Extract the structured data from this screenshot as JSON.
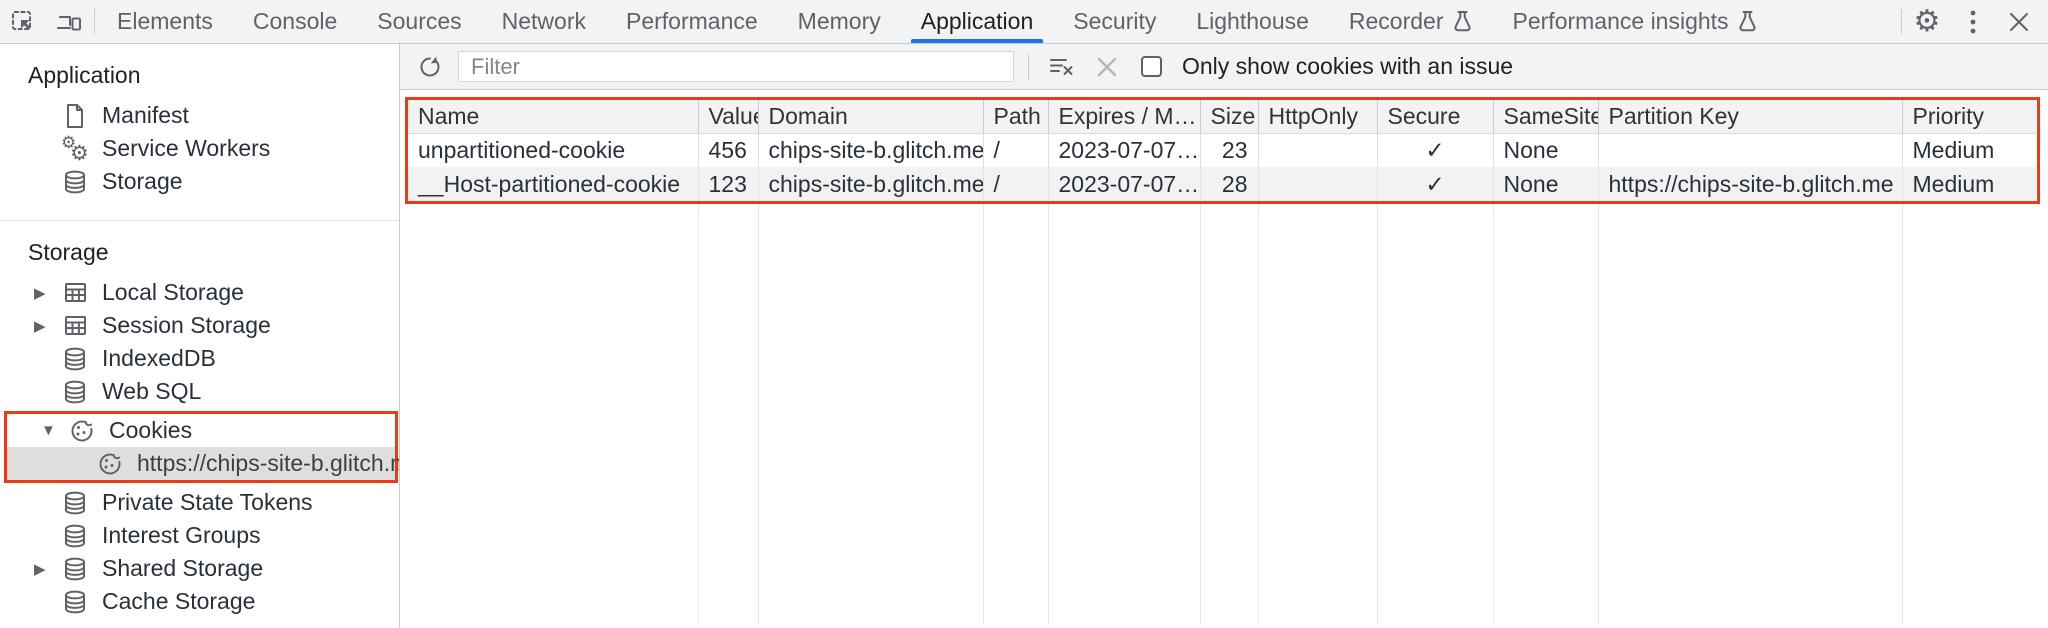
{
  "colors": {
    "accent_blue": "#1a73e8",
    "annotation_red": "#ee3a14",
    "toolbar_bg": "#f1f3f4",
    "selected_item_bg": "#dedede"
  },
  "topbar": {
    "icons": [
      "inspect-icon",
      "device-toolbar-icon",
      "settings-gear-icon",
      "kebab-menu-icon",
      "close-icon"
    ],
    "tabs": [
      {
        "label": "Elements"
      },
      {
        "label": "Console"
      },
      {
        "label": "Sources"
      },
      {
        "label": "Network"
      },
      {
        "label": "Performance"
      },
      {
        "label": "Memory"
      },
      {
        "label": "Application",
        "active": true
      },
      {
        "label": "Security"
      },
      {
        "label": "Lighthouse"
      },
      {
        "label": "Recorder",
        "icon": "flask-icon"
      },
      {
        "label": "Performance insights",
        "icon": "flask-icon"
      }
    ]
  },
  "sidebar": {
    "app_section": {
      "title": "Application",
      "items": [
        {
          "label": "Manifest",
          "icon": "file-icon"
        },
        {
          "label": "Service Workers",
          "icon": "gears-icon"
        },
        {
          "label": "Storage",
          "icon": "database-icon"
        }
      ]
    },
    "storage_section": {
      "title": "Storage",
      "items": [
        {
          "label": "Local Storage",
          "icon": "table-icon",
          "arrow": "collapsed"
        },
        {
          "label": "Session Storage",
          "icon": "table-icon",
          "arrow": "collapsed"
        },
        {
          "label": "IndexedDB",
          "icon": "database-icon"
        },
        {
          "label": "Web SQL",
          "icon": "database-icon"
        },
        {
          "label": "Cookies",
          "icon": "cookie-icon",
          "arrow": "expanded"
        },
        {
          "label": "https://chips-site-b.glitch.me",
          "icon": "cookie-icon",
          "selected": true
        },
        {
          "label": "Private State Tokens",
          "icon": "database-icon"
        },
        {
          "label": "Interest Groups",
          "icon": "database-icon"
        },
        {
          "label": "Shared Storage",
          "icon": "database-icon",
          "arrow": "collapsed"
        },
        {
          "label": "Cache Storage",
          "icon": "database-icon"
        }
      ]
    }
  },
  "toolbar": {
    "refresh_icon": "refresh-icon",
    "filter_placeholder": "Filter",
    "filter_value": "",
    "clear_filter_icon": "clear-filter-icon",
    "delete_icon": "delete-x-icon",
    "checkbox_checked": false,
    "checkbox_label": "Only show cookies with an issue"
  },
  "cookie_table": {
    "columns": [
      {
        "label": "Name"
      },
      {
        "label": "Value"
      },
      {
        "label": "Domain"
      },
      {
        "label": "Path"
      },
      {
        "label": "Expires / M…"
      },
      {
        "label": "Size"
      },
      {
        "label": "HttpOnly"
      },
      {
        "label": "Secure"
      },
      {
        "label": "SameSite"
      },
      {
        "label": "Partition Key"
      },
      {
        "label": "Priority"
      }
    ],
    "rows": [
      {
        "name": "unpartitioned-cookie",
        "value": "456",
        "domain": "chips-site-b.glitch.me",
        "path": "/",
        "expires": "2023-07-07…",
        "size": "23",
        "http_only": "",
        "secure": "✓",
        "same_site": "None",
        "partition_key": "",
        "priority": "Medium"
      },
      {
        "name": "__Host-partitioned-cookie",
        "value": "123",
        "domain": "chips-site-b.glitch.me",
        "path": "/",
        "expires": "2023-07-07…",
        "size": "28",
        "http_only": "",
        "secure": "✓",
        "same_site": "None",
        "partition_key": "https://chips-site-b.glitch.me",
        "priority": "Medium"
      }
    ]
  }
}
